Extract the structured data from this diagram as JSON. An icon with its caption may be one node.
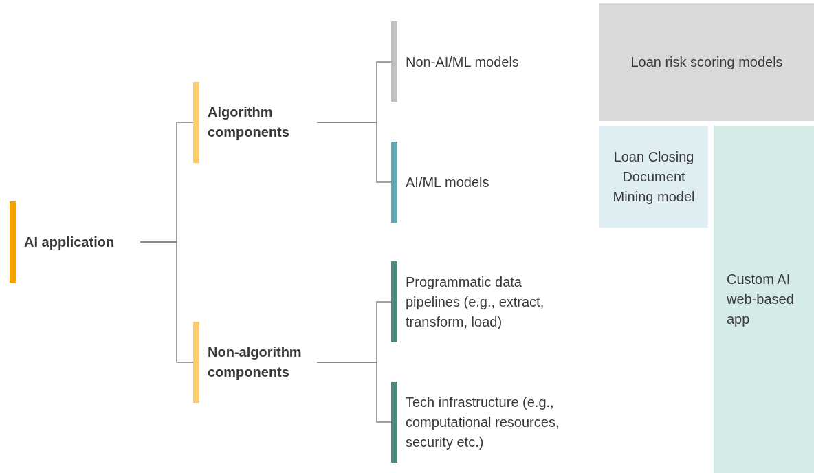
{
  "diagram": {
    "nodes": [
      {
        "text": [
          "AI application"
        ]
      },
      {
        "text": [
          "Algorithm components"
        ]
      },
      {
        "text": [
          "Non-algorithm components"
        ]
      },
      {
        "text": [
          "Non-AI/ML models"
        ]
      },
      {
        "text": [
          "AI/ML models"
        ]
      },
      {
        "text": [
          "Programmatic data pipelines (e.g., extract, transform, load)"
        ]
      },
      {
        "text": [
          "Tech infrastructure (e.g., computational resources, security etc.)"
        ]
      },
      {
        "text": [
          "Loan risk scoring models"
        ]
      },
      {
        "text": [
          "Loan Closing Document Mining model"
        ]
      },
      {
        "text": [
          "Custom AI web-based app"
        ]
      }
    ],
    "edges": [
      {
        "from": 0,
        "to": 1,
        "arrow": "none"
      },
      {
        "from": 0,
        "to": 2,
        "arrow": "none"
      },
      {
        "from": 1,
        "to": 3,
        "arrow": "none"
      },
      {
        "from": 1,
        "to": 4,
        "arrow": "none"
      },
      {
        "from": 2,
        "to": 5,
        "arrow": "none"
      },
      {
        "from": 2,
        "to": 6,
        "arrow": "none"
      }
    ]
  }
}
